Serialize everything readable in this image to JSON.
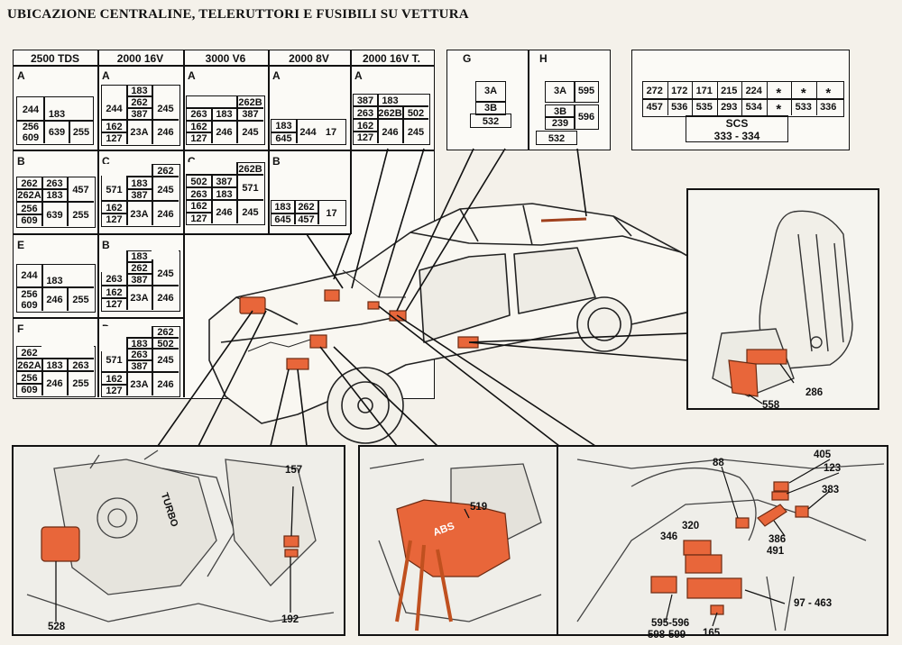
{
  "title": "UBICAZIONE CENTRALINE, TELERUTTORI E FUSIBILI SU VETTURA",
  "columns": [
    "2500 TDS",
    "2000 16V",
    "3000 V6",
    "2000 8V",
    "2000 16V T."
  ],
  "sections": {
    "A": "A",
    "B": "B",
    "C": "C",
    "D": "D",
    "E": "E",
    "F": "F",
    "G": "G",
    "H": "H"
  },
  "grid_cells": {
    "r1c1": [
      "244",
      "183",
      "256",
      "609",
      "639",
      "255"
    ],
    "r1c2": [
      "183",
      "262",
      "244",
      "387",
      "245",
      "162",
      "127",
      "23A",
      "246"
    ],
    "r1c3": [
      "262B",
      "263",
      "183",
      "387",
      "162",
      "127",
      "246",
      "245"
    ],
    "r1c4": [
      "183",
      "645",
      "244",
      "17"
    ],
    "r1c5": [
      "387",
      "183",
      "263",
      "262B",
      "502",
      "162",
      "127",
      "246",
      "245"
    ],
    "r2c1": [
      "262",
      "263",
      "262A",
      "183",
      "457",
      "256",
      "609",
      "639",
      "255"
    ],
    "r2c2": [
      "262",
      "183",
      "571",
      "387",
      "245",
      "162",
      "127",
      "23A",
      "246"
    ],
    "r2c3": [
      "262B",
      "502",
      "387",
      "263",
      "183",
      "571",
      "162",
      "127",
      "246",
      "245"
    ],
    "r2c4": [
      "183",
      "262",
      "645",
      "457",
      "17"
    ],
    "r3c1": [
      "244",
      "183",
      "256",
      "609",
      "246",
      "255"
    ],
    "r3c2": [
      "183",
      "262",
      "263",
      "387",
      "245",
      "162",
      "127",
      "23A",
      "246"
    ],
    "r4c1": [
      "262",
      "262A",
      "183",
      "263",
      "256",
      "609",
      "246",
      "255"
    ],
    "r4c2": [
      "262",
      "183",
      "502",
      "263",
      "387",
      "245",
      "571",
      "162",
      "127",
      "23A",
      "246"
    ]
  },
  "panel_g": [
    "3A",
    "3B",
    "532"
  ],
  "panel_h": [
    "3A",
    "595",
    "3B",
    "239",
    "596",
    "532"
  ],
  "fuse_box": {
    "row1": [
      "272",
      "172",
      "171",
      "215",
      "224",
      "*",
      "*",
      "*"
    ],
    "row2": [
      "457",
      "536",
      "535",
      "293",
      "534",
      "*",
      "533",
      "336"
    ],
    "scs_label": "SCS",
    "scs_range": "333 - 334"
  },
  "callouts": {
    "c286": "286",
    "c558": "558",
    "c528": "528",
    "c157": "157",
    "c192": "192",
    "c519": "519",
    "c88": "88",
    "c405": "405",
    "c123": "123",
    "c383": "383",
    "c386": "386",
    "c491": "491",
    "c320": "320",
    "c346": "346",
    "c97": "97 - 463",
    "c595": "595-596",
    "c598": "598-599",
    "c165": "165"
  },
  "labels": {
    "turbo": "TURBO",
    "abs": "ABS"
  },
  "colors": {
    "component": "#e8663a",
    "line": "#111111",
    "paper": "#f4f1ea"
  }
}
